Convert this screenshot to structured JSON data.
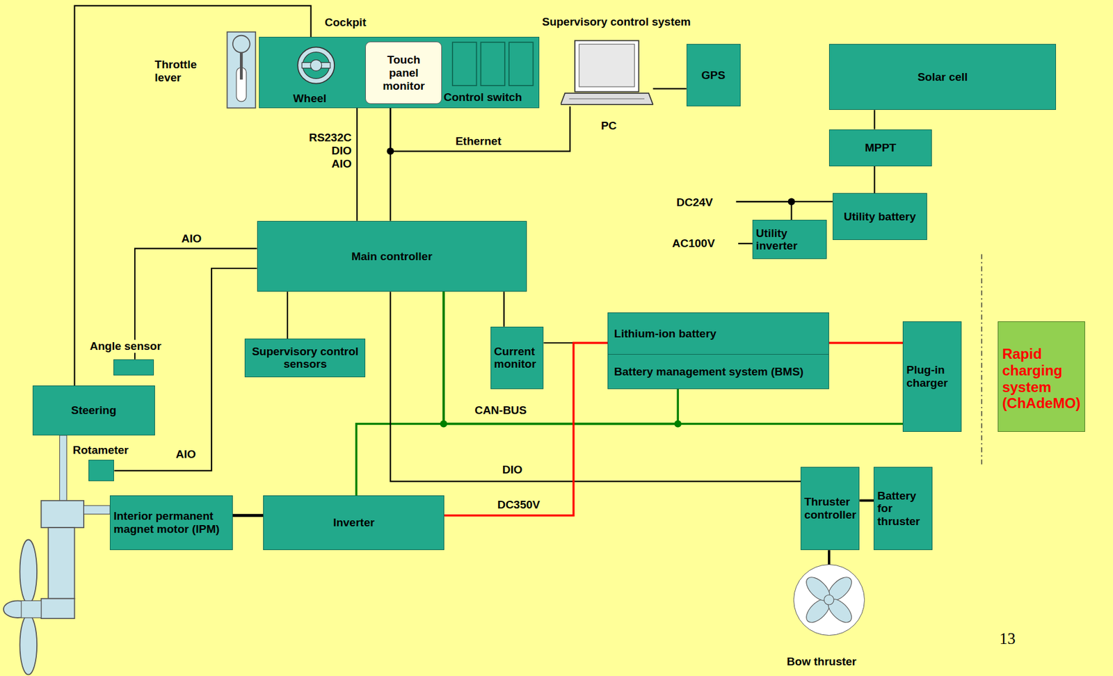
{
  "diagram": {
    "nodes": [
      {
        "text": [
          "Cockpit"
        ]
      },
      {
        "text": [
          "Touch panel monitor"
        ],
        "in": 0
      },
      {
        "text": [
          "Supervisory control system",
          "PC"
        ]
      },
      {
        "text": [
          "GPS"
        ]
      },
      {
        "text": [
          "Solar cell"
        ]
      },
      {
        "text": [
          "MPPT"
        ]
      },
      {
        "text": [
          "Utility battery"
        ]
      },
      {
        "text": [
          "Utility inverter"
        ]
      },
      {
        "text": [
          "Main controller"
        ]
      },
      {
        "text": [
          "Angle sensor"
        ]
      },
      {
        "text": [
          "Supervisory control sensors"
        ]
      },
      {
        "text": [
          "Current monitor"
        ]
      },
      {
        "text": [
          "Lithium-ion battery",
          "Battery management system (BMS)"
        ]
      },
      {
        "text": [
          "Plug-in charger"
        ]
      },
      {
        "text": [
          "Rapid charging system (ChAdeMO)"
        ]
      },
      {
        "text": [
          "Steering"
        ]
      },
      {
        "text": [
          "Rotameter"
        ]
      },
      {
        "text": [
          "Interior permanent magnet motor (IPM)"
        ]
      },
      {
        "text": [
          "Inverter"
        ]
      },
      {
        "text": [
          "Thruster controller"
        ]
      },
      {
        "text": [
          "Battery for thruster"
        ]
      },
      {
        "text": [
          "Bow thruster"
        ]
      }
    ],
    "edges": [
      {
        "from": 0,
        "to": 8,
        "label": "RS232C DIO AIO",
        "arrow": "none"
      },
      {
        "from": 1,
        "to": 8,
        "arrow": "none"
      },
      {
        "from": 1,
        "to": 2,
        "label": "Ethernet",
        "arrow": "none"
      },
      {
        "from": 2,
        "to": 3,
        "arrow": "none"
      },
      {
        "from": 4,
        "to": 5,
        "arrow": "none"
      },
      {
        "from": 5,
        "to": 6,
        "arrow": "none"
      },
      {
        "from": 6,
        "to": 7,
        "arrow": "none"
      },
      {
        "from": 8,
        "to": 9,
        "label": "AIO",
        "arrow": "none"
      },
      {
        "from": 8,
        "to": 16,
        "label": "AIO",
        "arrow": "none"
      },
      {
        "from": 8,
        "to": 10,
        "arrow": "none"
      },
      {
        "from": 8,
        "to": 11,
        "arrow": "none"
      },
      {
        "from": 11,
        "to": 12,
        "arrow": "none"
      },
      {
        "from": 8,
        "to": 18,
        "arrow": "none"
      },
      {
        "from": 8,
        "to": 12,
        "label": "CAN-BUS",
        "arrow": "none"
      },
      {
        "from": 8,
        "to": 13,
        "arrow": "none"
      },
      {
        "from": 8,
        "to": 19,
        "label": "DIO",
        "arrow": "none"
      },
      {
        "from": 18,
        "to": 12,
        "label": "DC350V",
        "arrow": "none"
      },
      {
        "from": 12,
        "to": 13,
        "arrow": "none"
      },
      {
        "from": 15,
        "to": 0,
        "arrow": "none"
      },
      {
        "from": 17,
        "to": 18,
        "arrow": "none"
      },
      {
        "from": 19,
        "to": 20,
        "arrow": "none"
      },
      {
        "from": 19,
        "to": 21,
        "arrow": "none"
      }
    ],
    "labels": [
      "Throttle lever",
      "Wheel",
      "Control switch",
      "DC24V",
      "AC100V",
      "13"
    ]
  }
}
